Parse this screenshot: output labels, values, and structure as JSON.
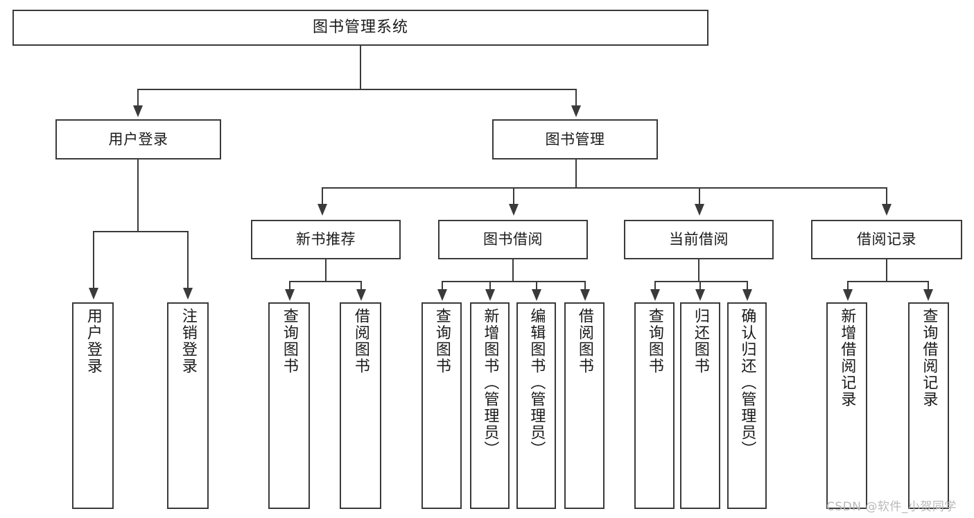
{
  "diagram": {
    "type": "tree",
    "title": "图书管理系统",
    "root": {
      "id": "root",
      "label": "图书管理系统"
    },
    "level2": [
      {
        "id": "user-login",
        "label": "用户登录"
      },
      {
        "id": "book-manage",
        "label": "图书管理"
      }
    ],
    "level3": [
      {
        "id": "new-book-recommend",
        "label": "新书推荐",
        "parent": "book-manage"
      },
      {
        "id": "book-borrow",
        "label": "图书借阅",
        "parent": "book-manage"
      },
      {
        "id": "current-borrow",
        "label": "当前借阅",
        "parent": "book-manage"
      },
      {
        "id": "borrow-record",
        "label": "借阅记录",
        "parent": "book-manage"
      }
    ],
    "leaves": {
      "user-login": [
        {
          "id": "leaf-user-login",
          "label": "用户登录"
        },
        {
          "id": "leaf-logout",
          "label": "注销登录"
        }
      ],
      "new-book-recommend": [
        {
          "id": "leaf-query-book-1",
          "label": "查询图书"
        },
        {
          "id": "leaf-borrow-book-1",
          "label": "借阅图书"
        }
      ],
      "book-borrow": [
        {
          "id": "leaf-query-book-2",
          "label": "查询图书"
        },
        {
          "id": "leaf-add-book",
          "label": "新增图书（管理员）"
        },
        {
          "id": "leaf-edit-book",
          "label": "编辑图书（管理员）"
        },
        {
          "id": "leaf-borrow-book-2",
          "label": "借阅图书"
        }
      ],
      "current-borrow": [
        {
          "id": "leaf-query-book-3",
          "label": "查询图书"
        },
        {
          "id": "leaf-return-book",
          "label": "归还图书"
        },
        {
          "id": "leaf-confirm-return",
          "label": "确认归还（管理员）"
        }
      ],
      "borrow-record": [
        {
          "id": "leaf-add-record",
          "label": "新增借阅记录"
        },
        {
          "id": "leaf-query-record",
          "label": "查询借阅记录"
        }
      ]
    }
  },
  "watermark": {
    "text": "CSDN @软件_小贺同学"
  },
  "colors": {
    "stroke": "#3a3a3a",
    "fill": "#ffffff",
    "text": "#1a1a1a",
    "watermark": "#b9b9b9"
  }
}
